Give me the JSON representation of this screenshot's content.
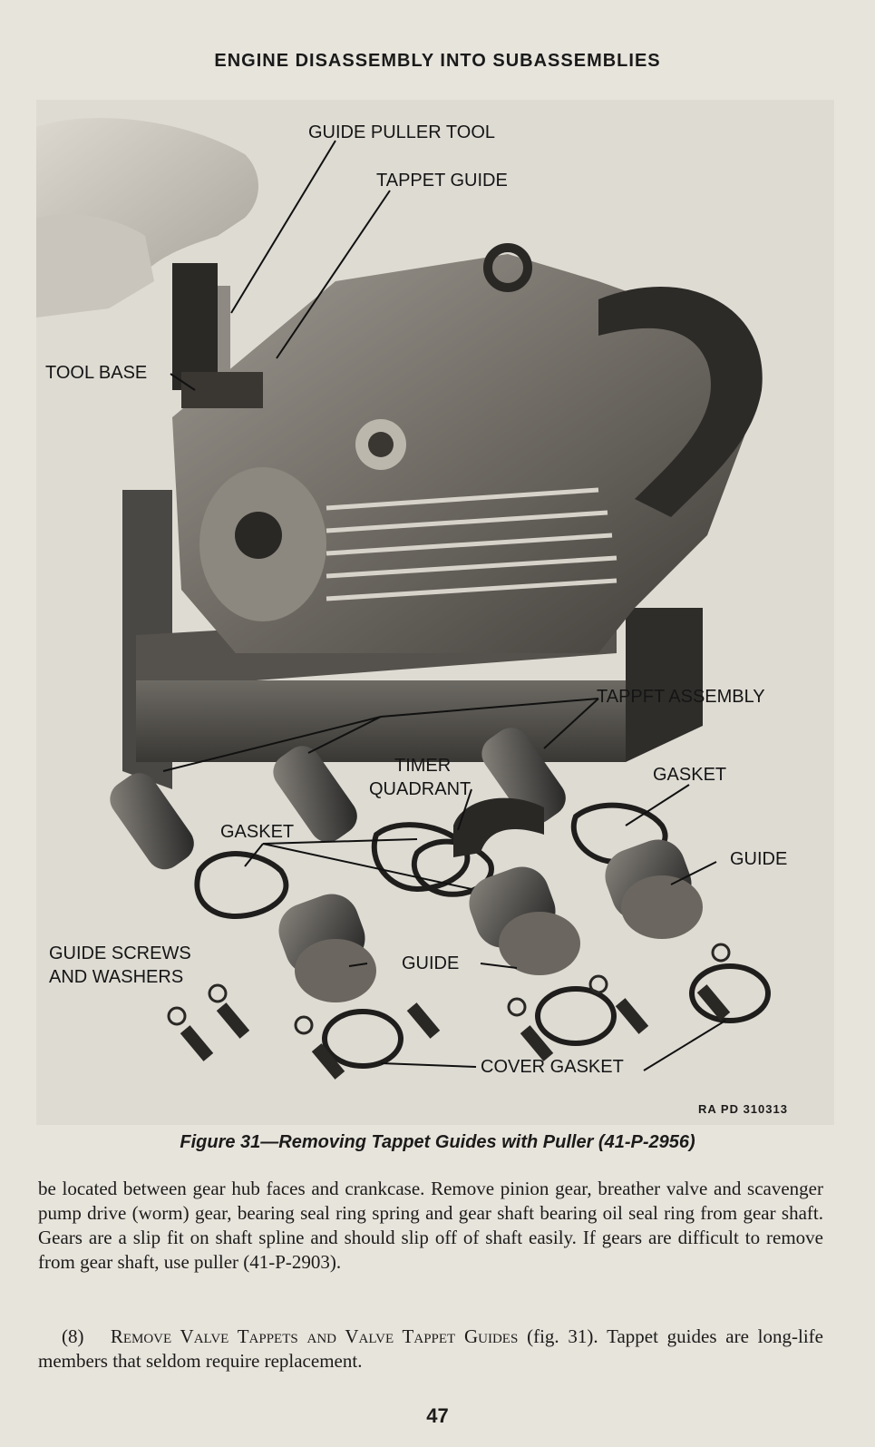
{
  "header": {
    "title": "ENGINE DISASSEMBLY INTO SUBASSEMBLIES"
  },
  "figure": {
    "labels": {
      "guide_puller_tool": "GUIDE PULLER TOOL",
      "tappet_guide": "TAPPET GUIDE",
      "tool_base": "TOOL BASE",
      "tappet_assembly": "TAPPFT ASSEMBLY",
      "timer": "TIMER",
      "quadrant": "QUADRANT",
      "gasket_right": "GASKET",
      "gasket_left": "GASKET",
      "guide_right": "GUIDE",
      "guide_screws": "GUIDE SCREWS",
      "and_washers": "AND WASHERS",
      "guide_center": "GUIDE",
      "cover_gasket": "COVER GASKET"
    },
    "reference": "RA PD 310313",
    "caption": "Figure 31—Removing Tappet Guides with Puller (41-P-2956)"
  },
  "body": {
    "paragraph1": "be located between gear hub faces and crankcase. Remove pinion gear, breather valve and scavenger pump drive (worm) gear, bearing seal ring spring and gear shaft bearing oil seal ring from gear shaft. Gears are a slip fit on shaft spline and should slip off of shaft easily. If gears are difficult to remove from gear shaft, use puller (41-P-2903).",
    "paragraph2_number": "(8)",
    "paragraph2_heading": "Remove Valve Tappets and Valve Tappet Guides",
    "paragraph2_ref": "(fig. 31).",
    "paragraph2_text": "Tappet guides are long-life members that seldom require replacement."
  },
  "page_number": "47"
}
